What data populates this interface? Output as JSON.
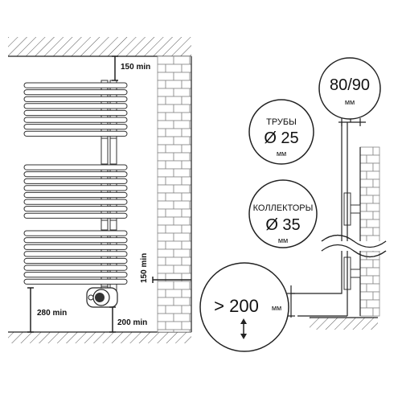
{
  "left_view": {
    "clearance_top": "150 min",
    "clearance_side": "150 min",
    "clearance_bottom_left": "280 min",
    "clearance_bottom_right": "200 min"
  },
  "right_view": {
    "wall_gap": {
      "value": "80/90",
      "unit": "мм"
    },
    "pipes": {
      "label": "ТРУБЫ",
      "value": "Ø 25",
      "unit": "мм"
    },
    "collectors": {
      "label": "КОЛЛЕКТОРЫ",
      "value": "Ø 35",
      "unit": "мм"
    },
    "floor_gap": {
      "value": "> 200",
      "unit": "мм"
    }
  }
}
